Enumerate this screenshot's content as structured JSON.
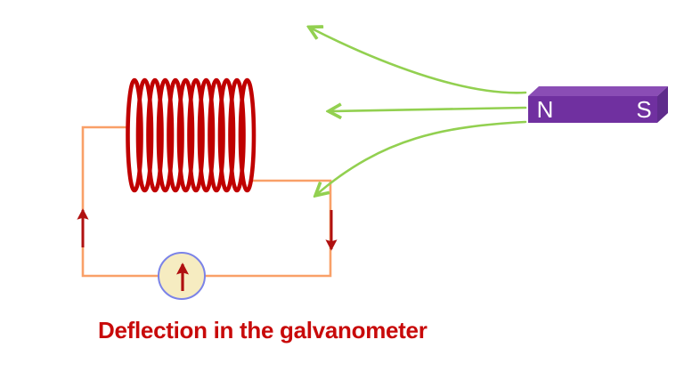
{
  "diagram": {
    "caption": "Deflection in the galvanometer",
    "magnet": {
      "north_label": "N",
      "south_label": "S"
    },
    "colors": {
      "background": "#FFFFFF",
      "coil_red": "#C00000",
      "arrow_red": "#B01010",
      "caption_red": "#C80A0A",
      "wire_orange": "#F9A068",
      "field_line_green": "#92D050",
      "magnet_front": "#7030A0",
      "magnet_top": "#8A4DB5",
      "magnet_side": "#5F2C8C",
      "galvanometer_fill": "#F6ECC1",
      "galvanometer_border": "#7B83E8"
    }
  }
}
